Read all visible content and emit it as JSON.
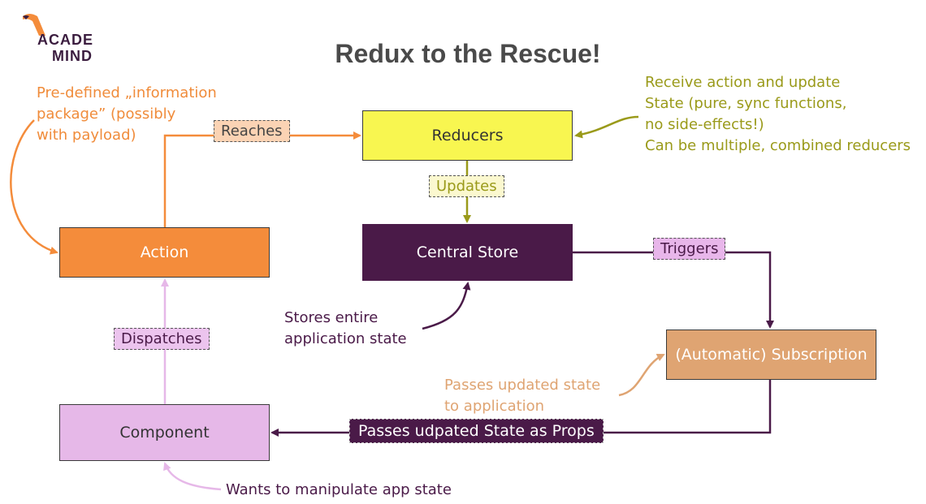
{
  "logo": {
    "line1": "ACADE",
    "line2": "MIND"
  },
  "title": "Redux to the Rescue!",
  "boxes": {
    "reducers": "Reducers",
    "action": "Action",
    "store": "Central Store",
    "subscription": "(Automatic) Subscription",
    "component": "Component"
  },
  "labels": {
    "reaches": "Reaches",
    "updates": "Updates",
    "triggers": "Triggers",
    "dispatches": "Dispatches",
    "passes_props": "Passes udpated State as Props"
  },
  "notes": {
    "info_package": [
      "Pre-defined „information",
      "package” (possibly",
      "with payload)"
    ],
    "reducers": [
      "Receive action and update",
      "State (pure, sync functions,",
      "no side-effects!)",
      "Can be multiple, combined reducers"
    ],
    "store": [
      "Stores entire",
      "application state"
    ],
    "subscription": [
      "Passes updated state",
      "to application"
    ],
    "component": "Wants to manipulate app state"
  },
  "colors": {
    "orange": "#f48c3b",
    "yellow": "#f8f650",
    "olive": "#9a9a1a",
    "purple": "#4a1a48",
    "tan": "#dfa472",
    "pink": "#e6b8e8"
  }
}
